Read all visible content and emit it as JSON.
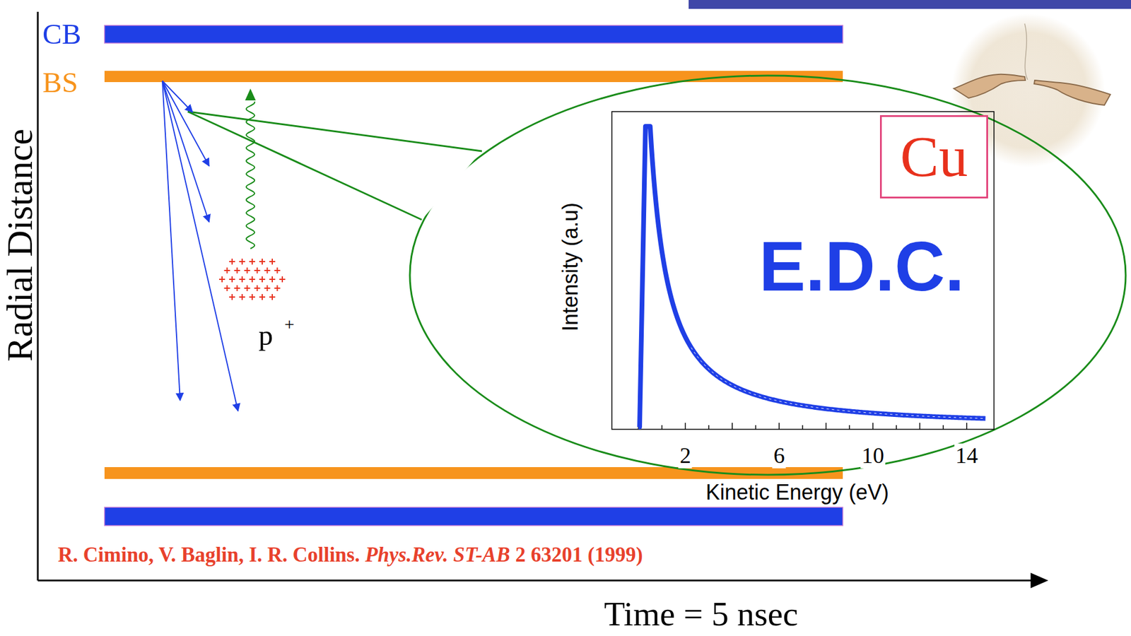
{
  "diagram": {
    "nodes": [
      {
        "text": [
          "Cu"
        ]
      }
    ],
    "labels": [
      "CB",
      "BS",
      "Radial Distance",
      "p",
      "+",
      "E.D.C.",
      "Intensity (a.u)",
      "2",
      "6",
      "10",
      "14",
      "Kinetic Energy (eV)",
      "R. Cimino, V. Baglin, I. R. Collins.",
      "Phys.Rev. ST-AB",
      "2 63201 (1999)",
      "Time = 5 nsec"
    ]
  }
}
